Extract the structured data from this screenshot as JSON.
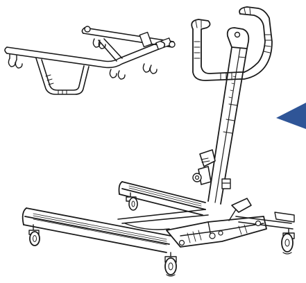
{
  "colors": {
    "background": "#ffffff",
    "line": "#1a1a1a",
    "arrow": "#2f5597"
  },
  "parts": [
    {
      "name": "sling-bar",
      "icon": "sling-bar-icon"
    },
    {
      "name": "handle-bar",
      "icon": "handle-icon"
    },
    {
      "name": "mast",
      "icon": "mast-icon"
    },
    {
      "name": "base-legs",
      "icon": "base-icon"
    },
    {
      "name": "castors",
      "icon": "wheel-icon"
    },
    {
      "name": "pointer-arrow",
      "icon": "arrow-icon"
    }
  ]
}
